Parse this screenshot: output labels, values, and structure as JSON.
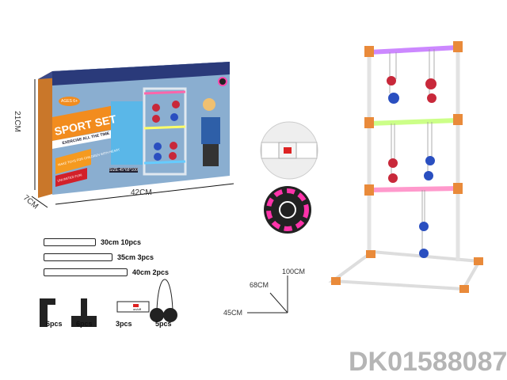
{
  "box": {
    "brand": "SPORT SET",
    "tagline": "EXERCISE ALL THE TIME",
    "ages": "AGES 6+",
    "slogan": [
      "MAKE TOYS FOR",
      "CHILDREN",
      "WITH HEART"
    ],
    "badge": "UNLIMITED FUN!",
    "size_note": "SIZE:45*68*100",
    "dimensions": {
      "width": "42CM",
      "height": "21CM",
      "depth": "7CM"
    }
  },
  "assembled_dimensions": {
    "height": "100CM",
    "depth": "68CM",
    "width": "45CM"
  },
  "parts": [
    {
      "label": "30cm 10pcs"
    },
    {
      "label": "35cm 3pcs"
    },
    {
      "label": "40cm  2pcs"
    },
    {
      "label": "6pcs"
    },
    {
      "label": "6pcs"
    },
    {
      "label": "3pcs"
    },
    {
      "label": "5pcs"
    }
  ],
  "switch_label": "on/off",
  "product_code": "DK01588087",
  "colors": {
    "box_blue": "#2a3a7a",
    "box_orange": "#f28c1e",
    "frame_orange": "#e98a3a",
    "ball_red": "#c8283a",
    "ball_blue": "#2a4fc0",
    "code_gray": "#b5b5b5"
  }
}
